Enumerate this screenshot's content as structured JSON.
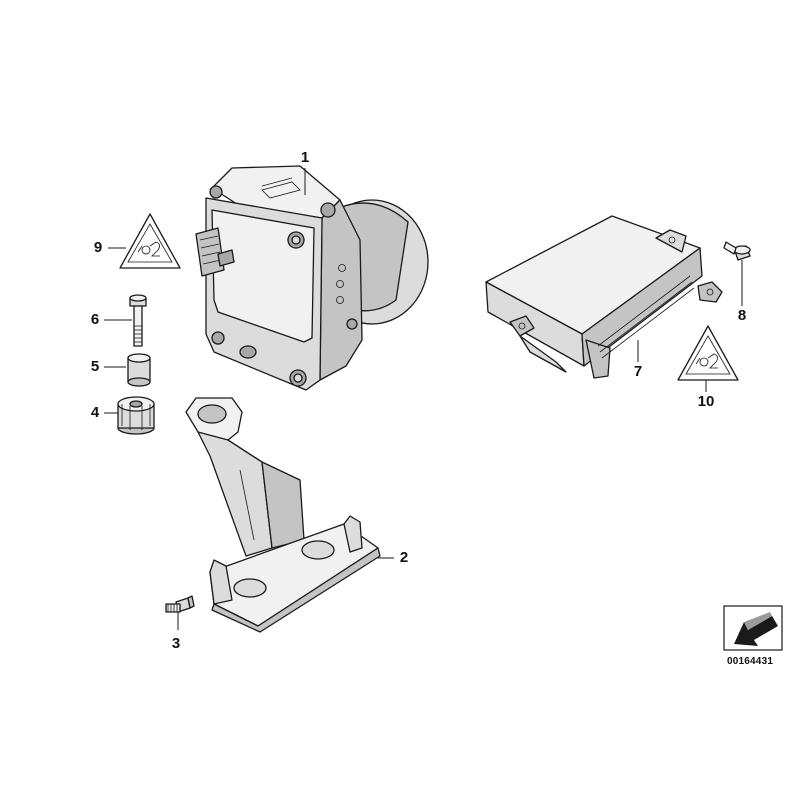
{
  "diagram": {
    "callouts": [
      {
        "id": "1",
        "label": "1"
      },
      {
        "id": "2",
        "label": "2"
      },
      {
        "id": "3",
        "label": "3"
      },
      {
        "id": "4",
        "label": "4"
      },
      {
        "id": "5",
        "label": "5"
      },
      {
        "id": "6",
        "label": "6"
      },
      {
        "id": "7",
        "label": "7"
      },
      {
        "id": "8",
        "label": "8"
      },
      {
        "id": "9",
        "label": "9"
      },
      {
        "id": "10",
        "label": "10"
      }
    ],
    "reference_number": "00164431",
    "icons": {
      "warning_label": "warning-triangle-icon",
      "direction_marker": "direction-arrow-icon"
    }
  }
}
